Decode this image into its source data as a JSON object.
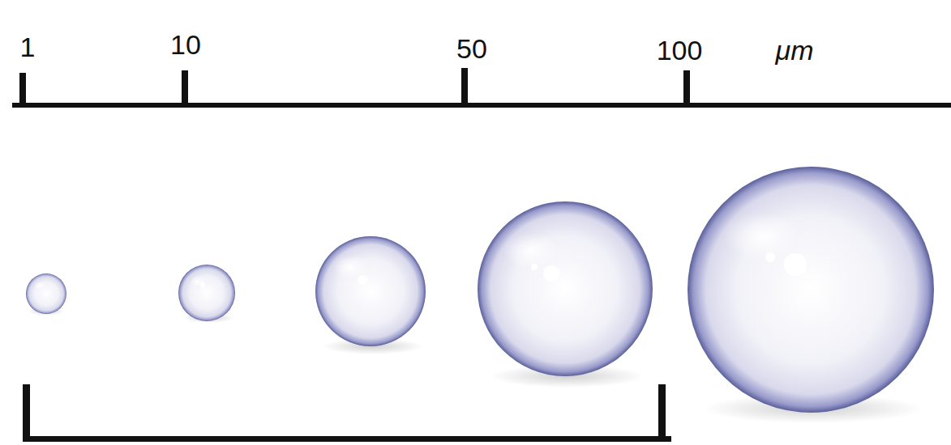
{
  "diagram": {
    "labels": [
      "1",
      "10",
      "50",
      "100",
      "μm"
    ]
  }
}
